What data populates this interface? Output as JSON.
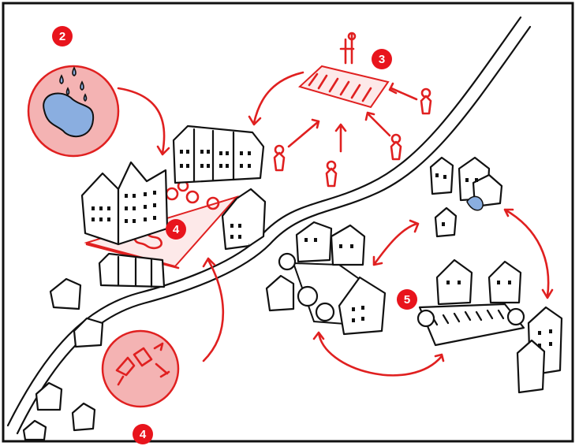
{
  "colors": {
    "accent_red": "#e02020",
    "badge_red": "#e8141c",
    "bubble_fill": "#f4b3b3",
    "water_blue": "#8aaee0",
    "ink": "#111111",
    "background": "#ffffff"
  },
  "badges": [
    {
      "id": "badge-2",
      "label": "2"
    },
    {
      "id": "badge-3",
      "label": "3"
    },
    {
      "id": "badge-4a",
      "label": "4"
    },
    {
      "id": "badge-4b",
      "label": "4"
    },
    {
      "id": "badge-5",
      "label": "5"
    }
  ],
  "icons": {
    "rain_bubble": "rain-drops-pond-icon",
    "activity_bubble": "person-activity-icon",
    "person": "person-figure-icon"
  }
}
